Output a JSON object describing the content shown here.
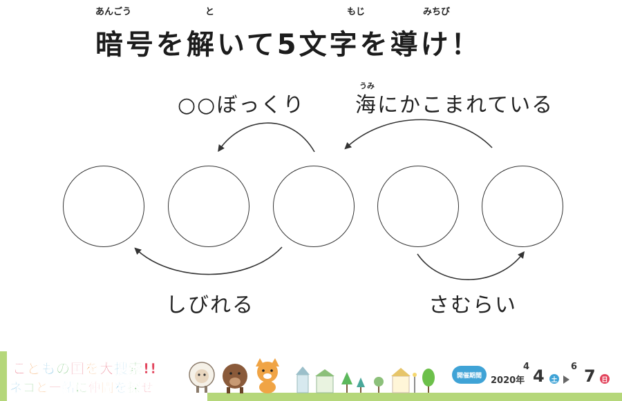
{
  "title": {
    "text": "暗号を解いて5文字を導け！",
    "ruby_angou": "あんごう",
    "ruby_to": "と",
    "ruby_moji": "もじ",
    "ruby_michibi": "みちび"
  },
  "clues": {
    "top_left": "○○ぼっくり",
    "top_right": "海にかこまれている",
    "top_right_ruby": "うみ",
    "bottom_left": "しびれる",
    "bottom_right": "さむらい"
  },
  "answer_circles": [
    {
      "index": 1
    },
    {
      "index": 2
    },
    {
      "index": 3
    },
    {
      "index": 4
    },
    {
      "index": 5
    }
  ],
  "footer": {
    "banner_line1": [
      "こ",
      "ど",
      "も",
      "の",
      "国",
      "を",
      "大",
      "捜",
      "索",
      "!!"
    ],
    "banner_line2": [
      "ネ",
      "コ",
      "と",
      "一",
      "緒",
      "に",
      "仲",
      "間",
      "を",
      "探",
      "せ"
    ],
    "period_label": "開催期間",
    "year": "2020年",
    "start_month": "4",
    "start_day": "4",
    "start_dow": "土",
    "end_month": "6",
    "end_day": "7",
    "end_dow": "日"
  },
  "colors": {
    "accent_green": "#b5d77a",
    "badge_blue": "#3fa3d6",
    "saturday_blue": "#3fa3d6",
    "sunday_red": "#e2445c"
  }
}
